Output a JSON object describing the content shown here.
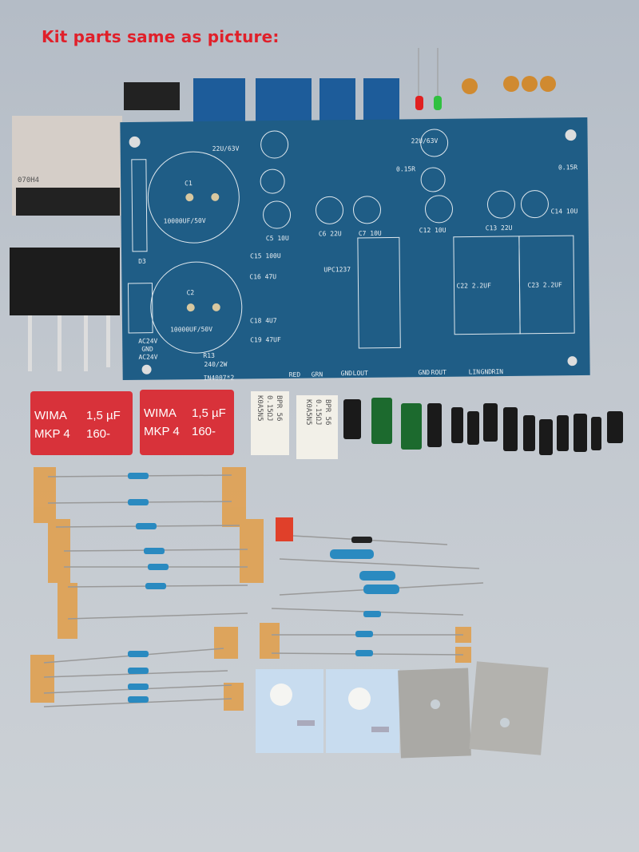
{
  "headline": "Kit parts same as picture:",
  "pcb": {
    "c1": "C1",
    "c1_value": "10000UF/50V",
    "c2": "C2",
    "c2_value": "10000UF/50V",
    "c3_value": "22U/63V",
    "c10_value": "22U/63V",
    "c5": "C5 10U",
    "c6": "C6 22U",
    "c7": "C7 10U",
    "c12": "C12 10U",
    "c13": "C13 22U",
    "c14": "C14 10U",
    "c15": "C15 100U",
    "c16": "C16 47U",
    "c18": "C18 4U7",
    "c19": "C19 47UF",
    "c22": "C22 2.2UF",
    "c23": "C23 2.2UF",
    "d3": "D3",
    "ac": [
      "AC24V",
      "GND",
      "AC24V"
    ],
    "r13": "R13",
    "r13_value": "240/2W",
    "diodes": "IN4007*2",
    "led_red": "RED",
    "led_grn": "GRN",
    "out_left": [
      "GND",
      "LOUT"
    ],
    "out_right": [
      "GND",
      "ROUT"
    ],
    "in": [
      "LIN",
      "GND",
      "RIN"
    ],
    "r6_value": "0.15R",
    "r12_value": "0.15R",
    "ic": "UPC1237"
  },
  "parts": {
    "relay_label": "070H4",
    "wima1": [
      "WIMA",
      "1,5 µF",
      "MKP 4",
      "160-"
    ],
    "wima2": [
      "WIMA",
      "1,5 µF",
      "MKP 4",
      "160-"
    ],
    "ceramic1": [
      "BPR 56",
      "0.15ΩJ",
      "K0A5N5"
    ],
    "ceramic2": [
      "BPR 56",
      "0.15ΩJ",
      "K0A5N5"
    ]
  },
  "colors": {
    "headline": "#e0202a",
    "pcb": "#1f5d86",
    "wima": "#d8323a"
  }
}
